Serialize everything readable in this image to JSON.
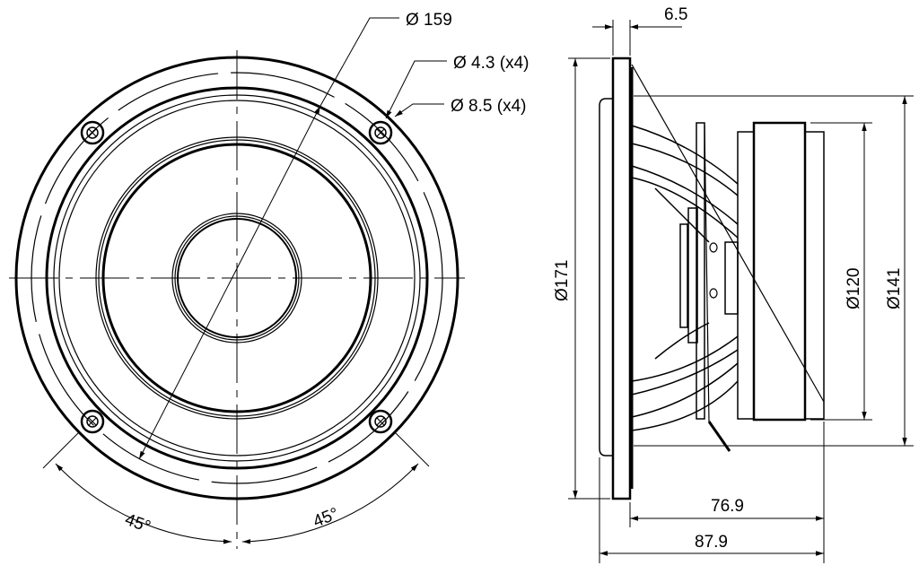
{
  "front_view": {
    "diameter_label": "Ø 159",
    "hole_label": "Ø 4.3 (x4)",
    "counterbore_label": "Ø 8.5 (x4)",
    "angle_left": "45°",
    "angle_right": "45°"
  },
  "side_view": {
    "flange_thickness": "6.5",
    "outer_diameter": "Ø171",
    "magnet_diameter": "Ø120",
    "basket_diameter": "Ø141",
    "depth_without_flange": "76.9",
    "total_depth": "87.9"
  }
}
